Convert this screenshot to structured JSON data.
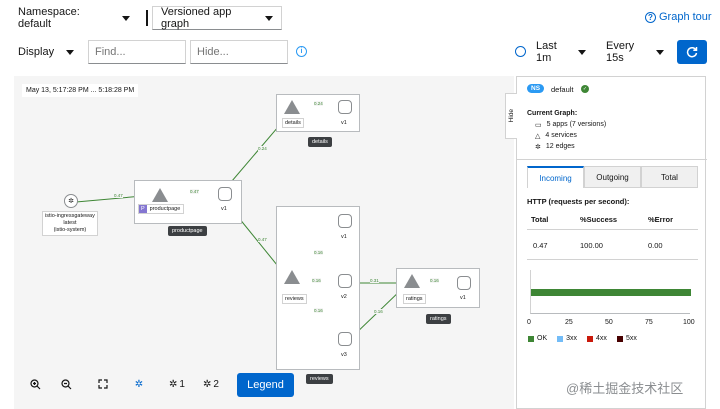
{
  "toolbar": {
    "namespace": "Namespace: default",
    "graph_type": "Versioned app graph",
    "graph_tour": "Graph tour",
    "display": "Display",
    "find_placeholder": "Find...",
    "hide_placeholder": "Hide...",
    "duration": "Last 1m",
    "refresh": "Every 15s"
  },
  "graph": {
    "timestamp": "May 13, 5:17:28 PM ... 5:18:28 PM",
    "nodes": {
      "ingress": [
        "istio-ingressgateway",
        "latest",
        "(istio-system)"
      ],
      "productpage": "productpage",
      "productpage_box": "productpage",
      "details": "details",
      "details_box": "details",
      "reviews": "reviews",
      "reviews_box": "reviews",
      "ratings": "ratings",
      "ratings_box": "ratings",
      "v1": "v1",
      "v2": "v2",
      "v3": "v3"
    },
    "edge_labels": [
      "0.47",
      "0.47",
      "0.24",
      "0.24",
      "0.47",
      "0.16",
      "0.16",
      "0.16",
      "0.31",
      "0.16",
      "0.16"
    ],
    "legend": "Legend",
    "layout_1": "1",
    "layout_2": "2"
  },
  "side": {
    "hide": "Hide",
    "ns_badge": "NS",
    "namespace": "default",
    "current_graph": "Current Graph:",
    "apps": "5 apps (7 versions)",
    "services": "4 services",
    "edges": "12 edges",
    "tabs": [
      "Incoming",
      "Outgoing",
      "Total"
    ],
    "http_title": "HTTP (requests per second):",
    "headers": [
      "Total",
      "%Success",
      "%Error"
    ],
    "values": [
      "0.47",
      "100.00",
      "0.00"
    ],
    "axis_ticks": [
      "0",
      "25",
      "50",
      "75",
      "100"
    ],
    "legend": [
      "OK",
      "3xx",
      "4xx",
      "5xx"
    ],
    "ok_fraction": 1.0,
    "colors": {
      "ok": "#3e8635",
      "x3": "#73bcf7",
      "x4": "#c9190b",
      "x5": "#470000"
    }
  },
  "watermark": "@稀土掘金技术社区"
}
